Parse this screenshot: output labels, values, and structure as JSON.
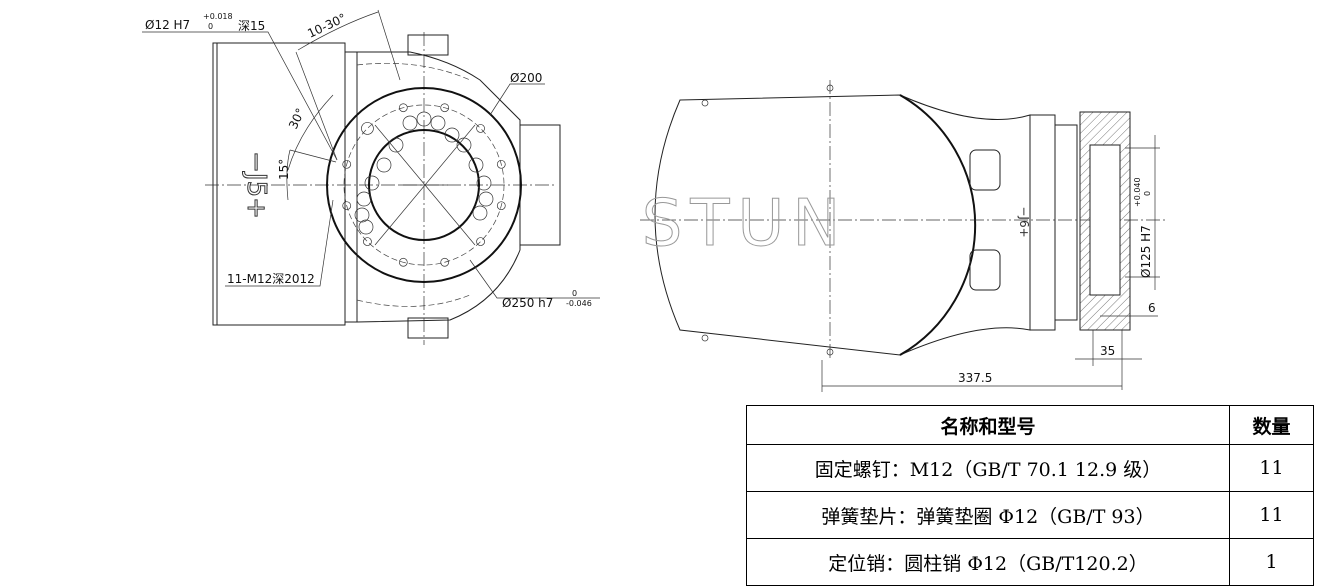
{
  "front_view": {
    "pin_hole_label": "Ø12 H7",
    "pin_hole_tol_upper": "+0.018",
    "pin_hole_tol_lower": "0",
    "pin_hole_depth": "深15",
    "angle_range": "10-30°",
    "angle_30": "30°",
    "angle_15": "15°",
    "bolt_circle": "Ø200",
    "tapped_holes": "11-M12深2012",
    "flange_dia": "Ø250 h7",
    "flange_tol_upper": "0",
    "flange_tol_lower": "-0.046",
    "axis_label": "−J5+"
  },
  "side_view": {
    "brand_watermark": "STUN",
    "axis_label": "−J6+",
    "bore_dia": "Ø125 H7",
    "bore_tol_upper": "+0.040",
    "bore_tol_lower": "0",
    "dim_6": "6",
    "dim_35": "35",
    "dim_total": "337.5"
  },
  "parts_table": {
    "headers": [
      "名称和型号",
      "数量"
    ],
    "rows": [
      {
        "name": "固定螺钉：M12（GB/T 70.1 12.9 级）",
        "qty": "11"
      },
      {
        "name": "弹簧垫片：弹簧垫圈 Φ12（GB/T 93）",
        "qty": "11"
      },
      {
        "name": "定位销：圆柱销 Φ12（GB/T120.2）",
        "qty": "1"
      }
    ]
  }
}
